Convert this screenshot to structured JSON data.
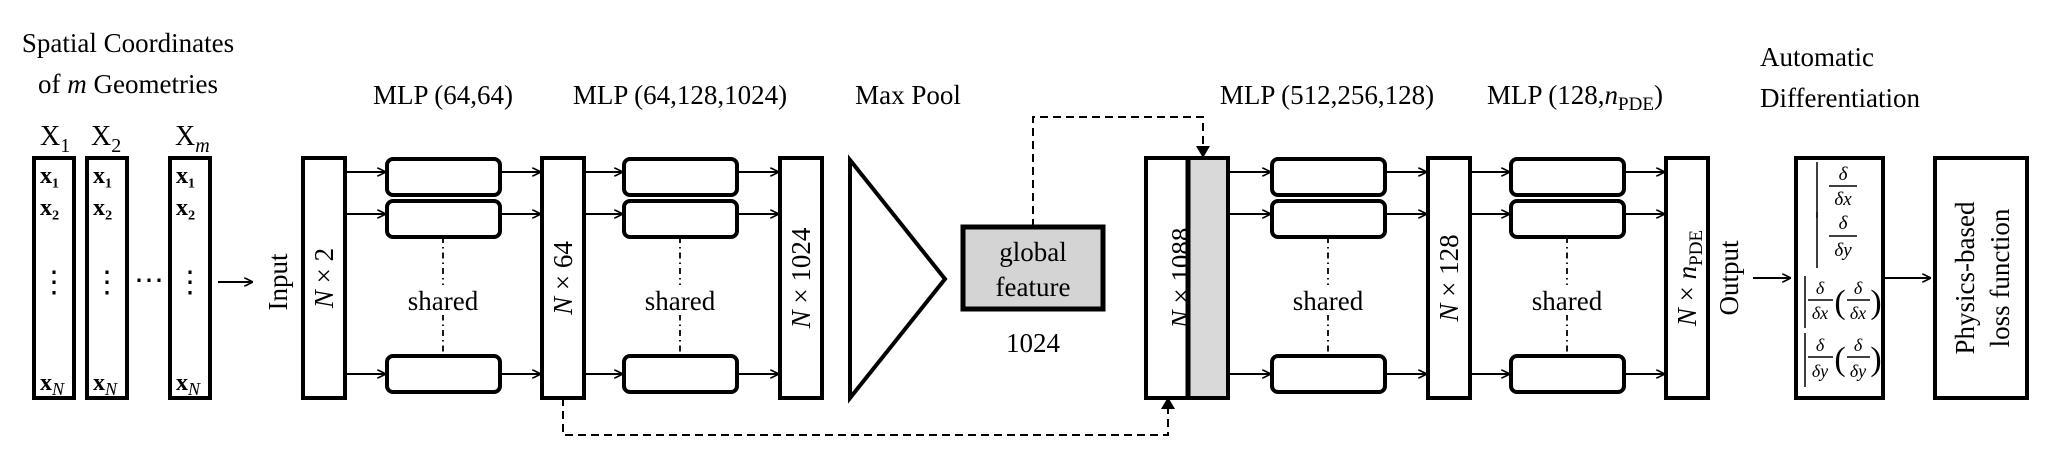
{
  "input_section": {
    "title_line1": "Spatial Coordinates",
    "title_line2_prefix": "of ",
    "title_line2_var": "m",
    "title_line2_suffix": " Geometries",
    "columns": [
      {
        "header": "X",
        "header_sub": "1",
        "rows": [
          "x₁",
          "x₂",
          "⋮",
          "x"
        ],
        "last_sub": "N"
      },
      {
        "header": "X",
        "header_sub": "2",
        "rows": [
          "x₁",
          "x₂",
          "⋮",
          "x"
        ],
        "last_sub": "N"
      },
      {
        "header": "X",
        "header_sub": "m",
        "rows": [
          "x₁",
          "x₂",
          "⋮",
          "x"
        ],
        "last_sub": "N"
      }
    ],
    "between_dots": "⋯"
  },
  "labels": {
    "input": "Input",
    "output": "Output",
    "mlp1": "MLP (64,64)",
    "mlp2": "MLP (64,128,1024)",
    "maxpool": "Max Pool",
    "mlp3": "MLP (512,256,128)",
    "mlp4_prefix": "MLP (128,",
    "mlp4_var": "n",
    "mlp4_sub": "PDE",
    "mlp4_suffix": ")",
    "autodiff_line1": "Automatic",
    "autodiff_line2": "Differentiation",
    "shared": "shared",
    "global_line1": "global",
    "global_line2": "feature",
    "global_size": "1024",
    "loss_line1": "Physics-based",
    "loss_line2": "loss function"
  },
  "tensors": {
    "t1": {
      "n": "N",
      "op": " × ",
      "dim": "2"
    },
    "t2": {
      "n": "N",
      "op": " × ",
      "dim": "64"
    },
    "t3": {
      "n": "N",
      "op": " × ",
      "dim": "1024"
    },
    "t4": {
      "n": "N",
      "op": " × ",
      "dim": "1088"
    },
    "t5": {
      "n": "N",
      "op": " × ",
      "dim": "128"
    },
    "t6": {
      "n": "N",
      "op": " × ",
      "dim_var": "n",
      "dim_sub": "PDE"
    }
  },
  "derivatives": {
    "d": "δ",
    "dx": "δx",
    "dy": "δy"
  },
  "colors": {
    "global_fill": "#d4d4d4",
    "concat_fill": "#d9d9d9",
    "stroke": "#000000"
  }
}
